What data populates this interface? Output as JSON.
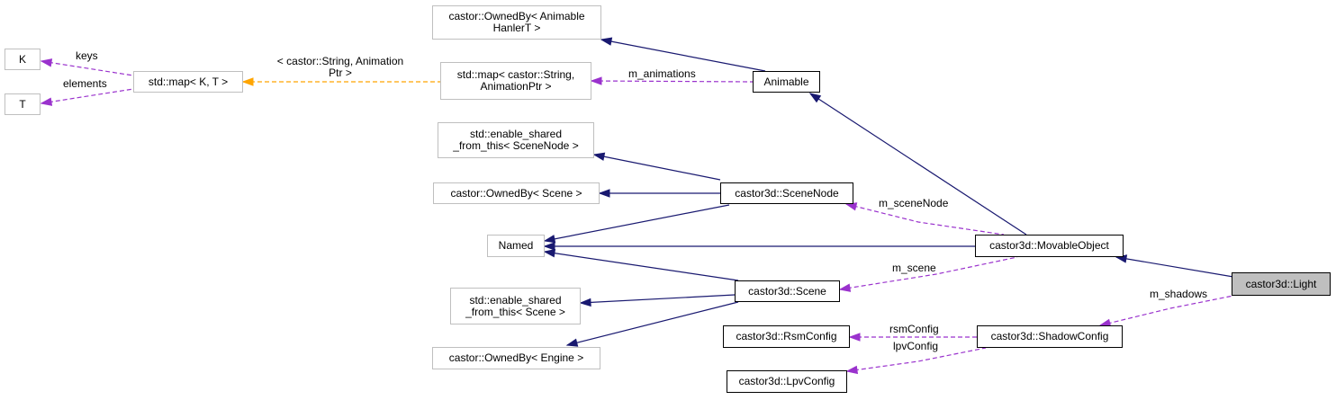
{
  "colors": {
    "inheritance": "#191970",
    "usage": "#9a32cd",
    "template": "#ffa500",
    "node_border_dark": "#000000",
    "node_border_light": "#bfbfbf",
    "current_fill": "#bfbfbf"
  },
  "nodes": {
    "k": "K",
    "t": "T",
    "std_map_kt": "std::map< K, T >",
    "owned_by_animable": "castor::OwnedBy< Animable\nHanlerT >",
    "std_map_animation": "std::map< castor::String,\nAnimationPtr >",
    "animable": "Animable",
    "enable_shared_scenenode": "std::enable_shared\n_from_this< SceneNode >",
    "owned_by_scene": "castor::OwnedBy< Scene >",
    "scene_node": "castor3d::SceneNode",
    "named": "Named",
    "movable_object": "castor3d::MovableObject",
    "enable_shared_scene": "std::enable_shared\n_from_this< Scene >",
    "scene": "castor3d::Scene",
    "owned_by_engine": "castor::OwnedBy< Engine >",
    "rsm_config": "castor3d::RsmConfig",
    "shadow_config": "castor3d::ShadowConfig",
    "lpv_config": "castor3d::LpvConfig",
    "light": "castor3d::Light"
  },
  "edge_labels": {
    "keys": "keys",
    "elements": "elements",
    "template_args": "< castor::String, Animation\nPtr >",
    "m_animations": "m_animations",
    "m_sceneNode": "m_sceneNode",
    "m_scene": "m_scene",
    "m_shadows": "m_shadows",
    "rsmConfig": "rsmConfig",
    "lpvConfig": "lpvConfig"
  }
}
